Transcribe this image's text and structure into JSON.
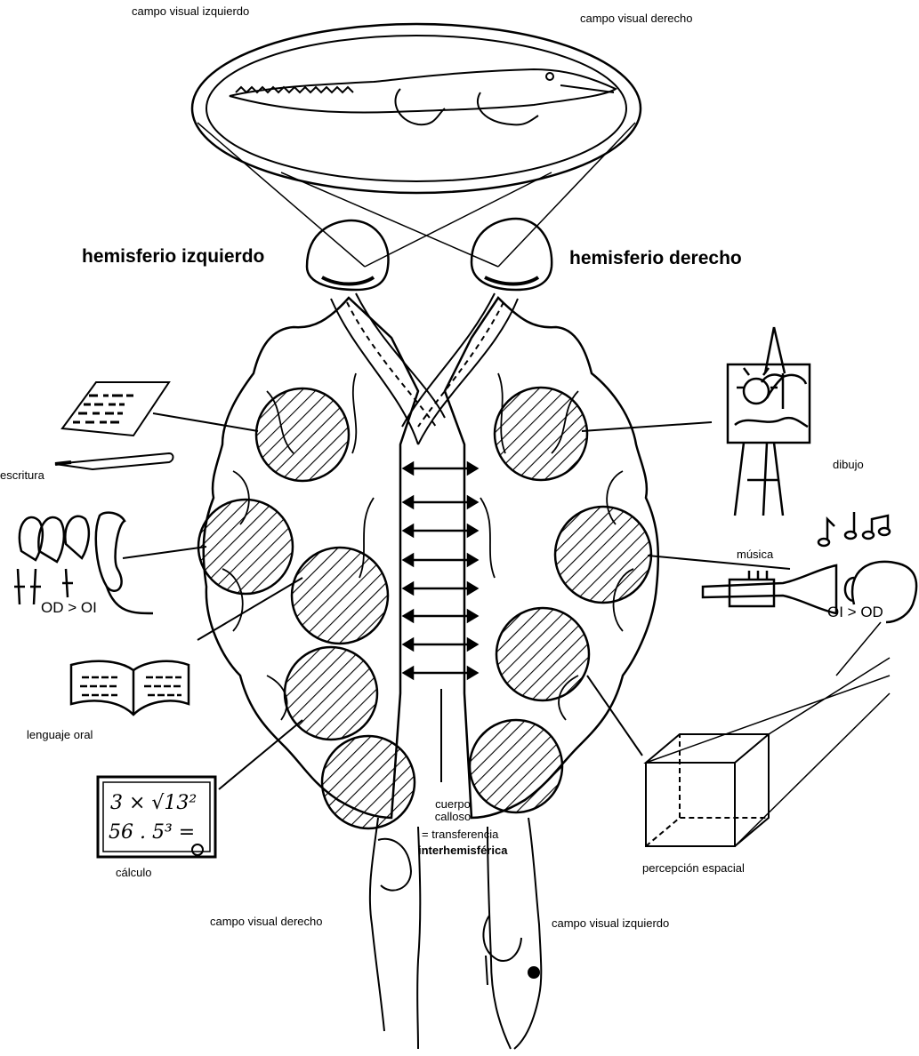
{
  "labels": {
    "top_left_field": "campo visual izquierdo",
    "top_right_field": "campo visual derecho",
    "left_hemisphere": "hemisferio izquierdo",
    "right_hemisphere": "hemisferio derecho",
    "writing": "escritura",
    "drawing": "dibujo",
    "music": "música",
    "od_oi": "OD > OI",
    "oi_od": "OI > OD",
    "oral_language": "lenguaje oral",
    "calculation": "cálculo",
    "spatial_perception": "percepción espacial",
    "corpus_callosum": "cuerpo calloso",
    "transfer_eq": "= transferencia",
    "interhemispheric": "interhemisférica",
    "bottom_left_field": "campo visual derecho",
    "bottom_right_field": "campo visual izquierdo"
  },
  "blackboard": {
    "line1": "3 × √13²",
    "line2": "56 . 5³ ="
  }
}
